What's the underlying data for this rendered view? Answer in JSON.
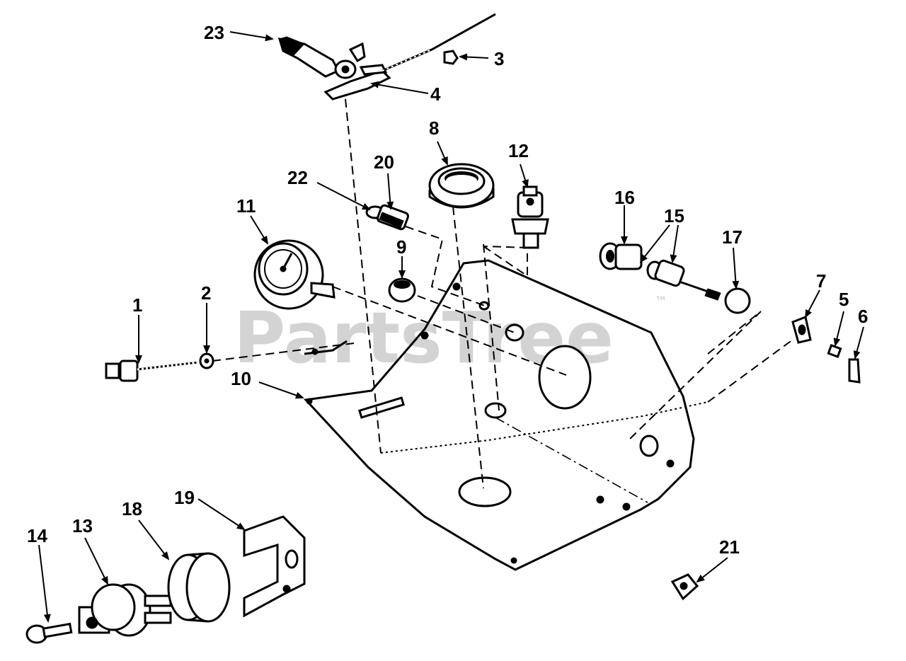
{
  "watermark": {
    "text": "PartsTree",
    "trademark": "™"
  },
  "callouts": [
    {
      "id": "1",
      "label": "1"
    },
    {
      "id": "2",
      "label": "2"
    },
    {
      "id": "3",
      "label": "3"
    },
    {
      "id": "4",
      "label": "4"
    },
    {
      "id": "5",
      "label": "5"
    },
    {
      "id": "6",
      "label": "6"
    },
    {
      "id": "7",
      "label": "7"
    },
    {
      "id": "8",
      "label": "8"
    },
    {
      "id": "9",
      "label": "9"
    },
    {
      "id": "10",
      "label": "10"
    },
    {
      "id": "11",
      "label": "11"
    },
    {
      "id": "12",
      "label": "12"
    },
    {
      "id": "13",
      "label": "13"
    },
    {
      "id": "14",
      "label": "14"
    },
    {
      "id": "15",
      "label": "15"
    },
    {
      "id": "16",
      "label": "16"
    },
    {
      "id": "17",
      "label": "17"
    },
    {
      "id": "18",
      "label": "18"
    },
    {
      "id": "19",
      "label": "19"
    },
    {
      "id": "20",
      "label": "20"
    },
    {
      "id": "21",
      "label": "21"
    },
    {
      "id": "22",
      "label": "22"
    },
    {
      "id": "23",
      "label": "23"
    }
  ]
}
